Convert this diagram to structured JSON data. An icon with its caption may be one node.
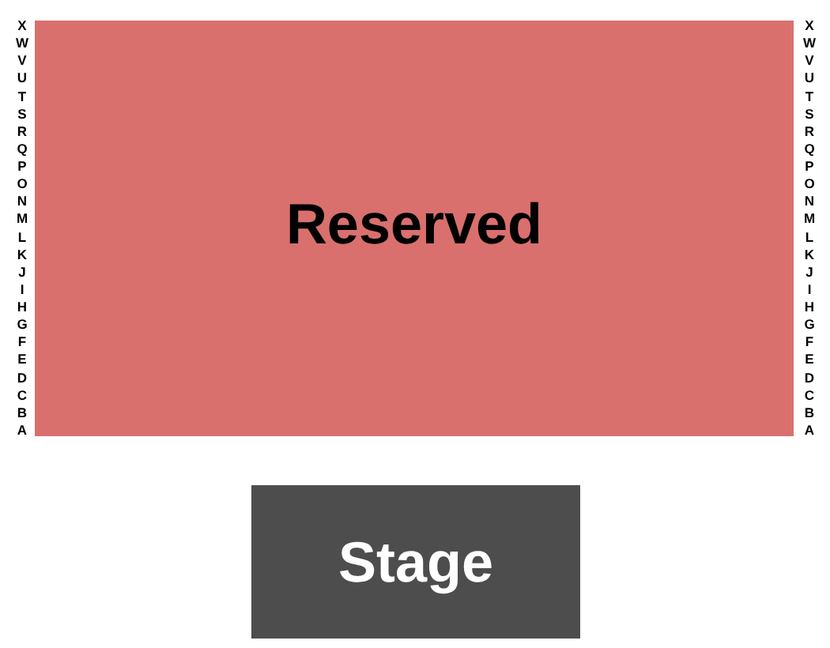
{
  "diagram": {
    "nodes": [
      {
        "text": [
          "Reserved"
        ]
      },
      {
        "text": [
          "Stage"
        ]
      }
    ],
    "labels": [
      "X",
      "W",
      "V",
      "U",
      "T",
      "S",
      "R",
      "Q",
      "P",
      "O",
      "N",
      "M",
      "L",
      "K",
      "J",
      "I",
      "H",
      "G",
      "F",
      "E",
      "D",
      "C",
      "B",
      "A",
      "X",
      "W",
      "V",
      "U",
      "T",
      "S",
      "R",
      "Q",
      "P",
      "O",
      "N",
      "M",
      "L",
      "K",
      "J",
      "I",
      "H",
      "G",
      "F",
      "E",
      "D",
      "C",
      "B",
      "A"
    ]
  }
}
